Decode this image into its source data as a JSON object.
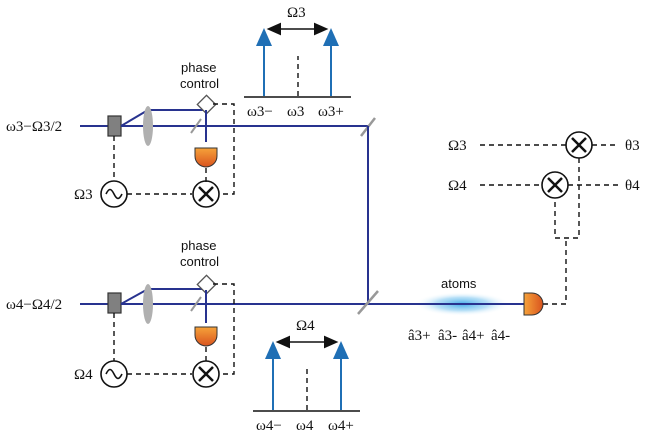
{
  "top_path": {
    "input_label": "ω3−Ω3/2",
    "phase_control_label": [
      "phase",
      "control"
    ],
    "mod_label": "Ω3"
  },
  "bottom_path": {
    "input_label": "ω4−Ω4/2",
    "phase_control_label": [
      "phase",
      "control"
    ],
    "mod_label": "Ω4"
  },
  "spectrum_top": {
    "span_label": "Ω3",
    "tick_labels": [
      "ω3−",
      "ω3",
      "ω3+"
    ]
  },
  "spectrum_bottom": {
    "span_label": "Ω4",
    "tick_labels": [
      "ω4−",
      "ω4",
      "ω4+"
    ]
  },
  "atoms": {
    "label": "atoms",
    "modes": [
      "â3+",
      "â3-",
      "â4+",
      "â4-"
    ]
  },
  "mixer": {
    "inputs": [
      "Ω3",
      "Ω4"
    ],
    "outputs": [
      "θ3",
      "θ4"
    ]
  },
  "colors": {
    "beam": "#28338f",
    "frequency_arrow": "#1f6fb5",
    "detector": "#e0662a",
    "atoms_cloud": "#3aa8e8"
  }
}
